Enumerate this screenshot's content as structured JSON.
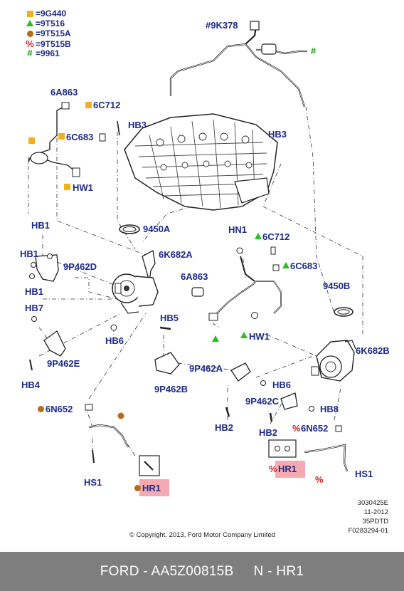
{
  "legend": [
    {
      "symbol": "square",
      "color": "#f5b019",
      "text": "=9G440"
    },
    {
      "symbol": "triangle",
      "color": "#25c025",
      "text": "=9T516"
    },
    {
      "symbol": "dot",
      "color": "#b36b1e",
      "text": "=9T515A"
    },
    {
      "symbol": "percent",
      "color": "#d81e1e",
      "text": "=9T515B"
    },
    {
      "symbol": "hash",
      "color": "#1aa01a",
      "text": "=9961"
    }
  ],
  "callouts": {
    "c_9k378": "#9K378",
    "c_hash_right": "#",
    "c_6a863_l": "6A863",
    "c_6c712_l": "6C712",
    "c_hb3_l": "HB3",
    "c_6c683_l": "6C683",
    "c_hw1_l": "HW1",
    "c_hb3_r": "HB3",
    "c_hb1_a": "HB1",
    "c_9450a": "9450A",
    "c_hn1": "HN1",
    "c_6c712_r": "6C712",
    "c_hb1_b": "HB1",
    "c_6k682a": "6K682A",
    "c_9p462d": "9P462D",
    "c_6c683_r": "6C683",
    "c_hb1_c": "HB1",
    "c_6a863_r": "6A863",
    "c_9450b": "9450B",
    "c_hb7": "HB7",
    "c_hb5": "HB5",
    "c_hw1_r": "HW1",
    "c_hb6_l": "HB6",
    "c_6k682b": "6K682B",
    "c_9p462e": "9P462E",
    "c_9p462a": "9P462A",
    "c_hb4": "HB4",
    "c_9p462b": "9P462B",
    "c_hb6_r": "HB6",
    "c_6n652_l": "6N652",
    "c_9p462c": "9P462C",
    "c_hb8": "HB8",
    "c_hb2_a": "HB2",
    "c_hb2_b": "HB2",
    "c_6n652_r": "6N652",
    "c_hr1_r": "HR1",
    "c_hs1_r": "HS1",
    "c_hs1_l": "HS1",
    "c_hr1_l": "HR1"
  },
  "meta": [
    "3030425E",
    "11-2012",
    "35PDTD",
    "F0283294-01"
  ],
  "copyright": "© Copyright, 2013, Ford Motor Company Limited",
  "footer": {
    "part": "FORD - AA5Z00815B",
    "ref": "N - HR1"
  },
  "colors": {
    "label": "#1e2a8a",
    "highlight": "#f5aab2",
    "footer_bg": "#7e7e7e"
  }
}
